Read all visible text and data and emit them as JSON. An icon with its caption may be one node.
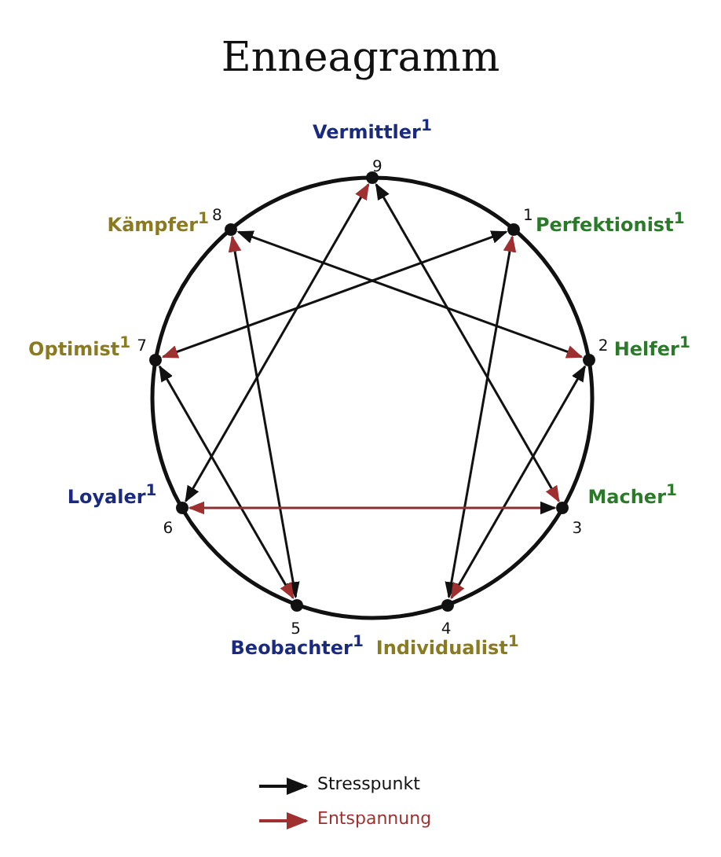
{
  "diagram": {
    "title": "Enneagramm",
    "nodes": [
      {
        "text": [
          "Vermittler$^{1}$"
        ],
        "beside": [
          "9"
        ]
      },
      {
        "text": [
          "Perfektionist$^{1}$"
        ],
        "beside": [
          "1"
        ]
      },
      {
        "text": [
          "Helfer$^{1}$"
        ],
        "beside": [
          "2"
        ]
      },
      {
        "text": [
          "Macher$^{1}$"
        ],
        "beside": [
          "3"
        ]
      },
      {
        "text": [
          "Individualist$^{1}$"
        ],
        "beside": [
          "4"
        ]
      },
      {
        "text": [
          "Beobachter$^{1}$"
        ],
        "beside": [
          "5"
        ]
      },
      {
        "text": [
          "Loyaler$^{1}$"
        ],
        "beside": [
          "6"
        ]
      },
      {
        "text": [
          "Optimist$^{1}$"
        ],
        "beside": [
          "7"
        ]
      },
      {
        "text": [
          "Kämpfer$^{1}$"
        ],
        "beside": [
          "8"
        ]
      }
    ],
    "edges": [
      {
        "from": 1,
        "to": 4,
        "arrow": "both"
      },
      {
        "from": 4,
        "to": 2,
        "arrow": "both"
      },
      {
        "from": 2,
        "to": 8,
        "arrow": "both"
      },
      {
        "from": 8,
        "to": 5,
        "arrow": "both"
      },
      {
        "from": 5,
        "to": 7,
        "arrow": "both"
      },
      {
        "from": 7,
        "to": 1,
        "arrow": "both"
      },
      {
        "from": 0,
        "to": 6,
        "arrow": "both"
      },
      {
        "from": 6,
        "to": 3,
        "arrow": "both",
        "color": "#8a3030"
      },
      {
        "from": 3,
        "to": 0,
        "arrow": "both"
      }
    ],
    "legend": [
      {
        "text": "Stresspunkt"
      },
      {
        "text": "Entspannung"
      }
    ]
  }
}
